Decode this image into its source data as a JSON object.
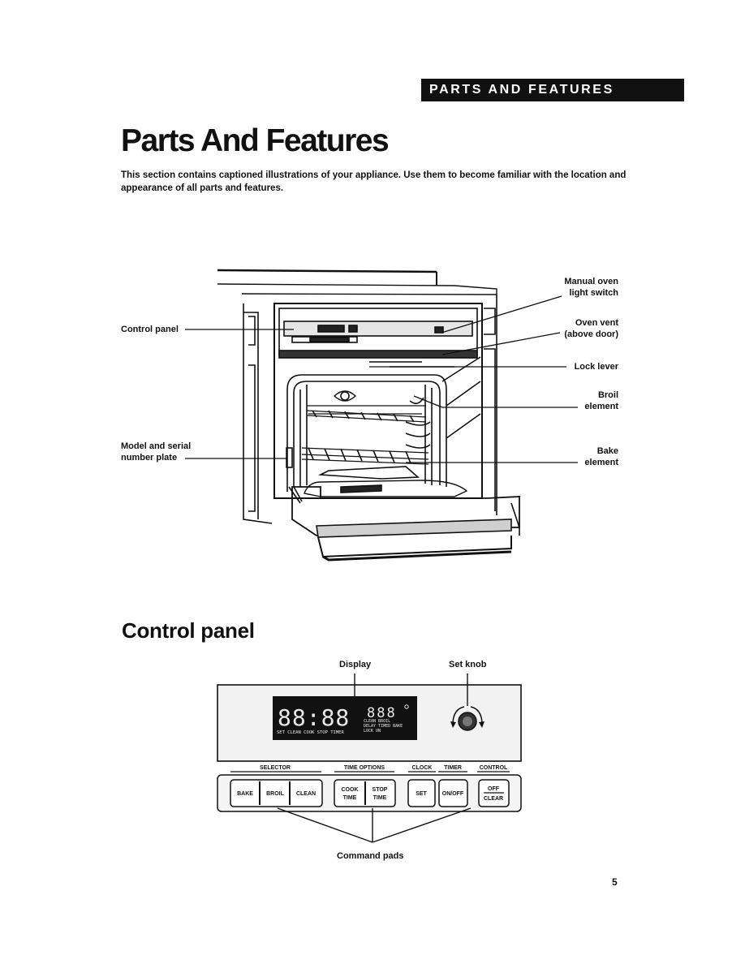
{
  "header": {
    "section_tab": "PARTS AND FEATURES"
  },
  "page": {
    "title": "Parts And Features",
    "intro": "This section contains captioned illustrations of your appliance. Use them to become familiar with the location and appearance of all parts and features.",
    "page_number": "5"
  },
  "oven_diagram": {
    "labels": {
      "control_panel": "Control panel",
      "model_serial_line1": "Model and serial",
      "model_serial_line2": "number plate",
      "light_switch_line1": "Manual oven",
      "light_switch_line2": "light switch",
      "oven_vent_line1": "Oven vent",
      "oven_vent_line2": "(above door)",
      "lock_lever": "Lock lever",
      "broil_line1": "Broil",
      "broil_line2": "element",
      "bake_line1": "Bake",
      "bake_line2": "element"
    }
  },
  "control_panel": {
    "section_title": "Control panel",
    "labels": {
      "display": "Display",
      "set_knob": "Set knob",
      "command_pads": "Command pads"
    },
    "group_headings": {
      "selector": "SELECTOR",
      "time_options": "TIME OPTIONS",
      "clock": "CLOCK",
      "timer": "TIMER",
      "control": "CONTROL"
    },
    "pads": {
      "bake": "BAKE",
      "broil": "BROIL",
      "clean": "CLEAN",
      "cook_time_1": "COOK",
      "cook_time_2": "TIME",
      "stop_time_1": "STOP",
      "stop_time_2": "TIME",
      "set": "SET",
      "on_off": "ON/OFF",
      "off_1": "OFF",
      "clear": "CLEAR"
    },
    "display": {
      "time_readout": "88:88",
      "temp_readout": "888",
      "indicators_left": "SET  CLEAN  COOK  STOP  TIMER",
      "indicators_right_1": "CLEAN  BROIL",
      "indicators_right_2": "DELAY  TIMED  BAKE",
      "indicators_right_3": "LOCK   ON"
    }
  }
}
